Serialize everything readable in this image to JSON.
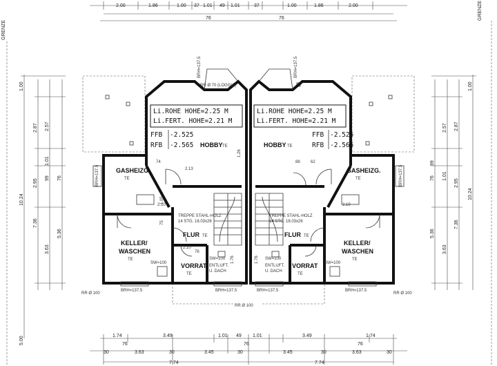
{
  "labels": {
    "grenze": "GRENZE",
    "loggia": "RR Ø 70 (LOGGIA)",
    "rohe": "Li.ROHE  HOHE=2.25 M",
    "fert": "Li.FERT. HOHE=2.21 M",
    "ffb": "FFB",
    "rfb": "RFB",
    "ffb_val": "-2.525",
    "rfb_val": "-2.565",
    "hobby": "HOBBY",
    "te": "TE",
    "gas": "GASHEIZG.",
    "treppe1": "TREPPE STAHL-HOLZ",
    "treppe2": "14 STG. 18.03x26",
    "flur": "FLUR",
    "keller1": "KELLER/",
    "keller2": "WASCHEN",
    "vorrat": "VORRAT",
    "entluft1": "ENTLUFT.",
    "entluft2": "U. DACH",
    "sw": "SW=100",
    "brh": "BRH=137.5",
    "rr": "RR Ø 100"
  },
  "top_dims": [
    "2.00",
    "1.86",
    "1.00",
    "37",
    "1.01",
    "49",
    "1.01",
    "37",
    "1.00",
    "1.86",
    "2.00"
  ],
  "top_sub": [
    "76",
    "76"
  ],
  "bottom_dims1": [
    "1.74",
    "3.49",
    "1.01",
    "49",
    "1.01",
    "3.49",
    "1.74"
  ],
  "bottom_sub": [
    "76",
    "76",
    "76"
  ],
  "bottom_dims2": [
    "30",
    "3.63",
    "30",
    "3.45",
    "30",
    "3.45",
    "30",
    "3.63",
    "30"
  ],
  "bottom_dims3": [
    "7.74",
    "7.74"
  ],
  "left_dims": [
    "1.00",
    "2.87",
    "2.57",
    "10.24",
    "2.95",
    "1.01",
    "99",
    "76",
    "7.36",
    "5.36",
    "3.63",
    "5.00"
  ],
  "right_dims": [
    "1.00",
    "2.57",
    "2.87",
    "10.24",
    "99",
    "1.01",
    "2.95",
    "76",
    "7.36",
    "5.36",
    "3.63"
  ],
  "room_dims": [
    "2.13",
    "2.10",
    "2.10",
    "2.10",
    "1.76",
    "1.76",
    "88",
    "74",
    "62",
    "75",
    "76",
    "1.26",
    "1.05"
  ]
}
